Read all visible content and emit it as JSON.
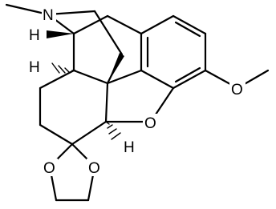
{
  "molecule": {
    "atoms": {
      "methyl_n": "N",
      "ring_o": "O",
      "dioxolane_o1": "O",
      "dioxolane_o2": "O",
      "methoxy_o": "O",
      "h_nw": "H",
      "h_w": "H",
      "h_s": "H"
    }
  },
  "colors": {
    "bond": "#000000",
    "background": "#ffffff"
  }
}
